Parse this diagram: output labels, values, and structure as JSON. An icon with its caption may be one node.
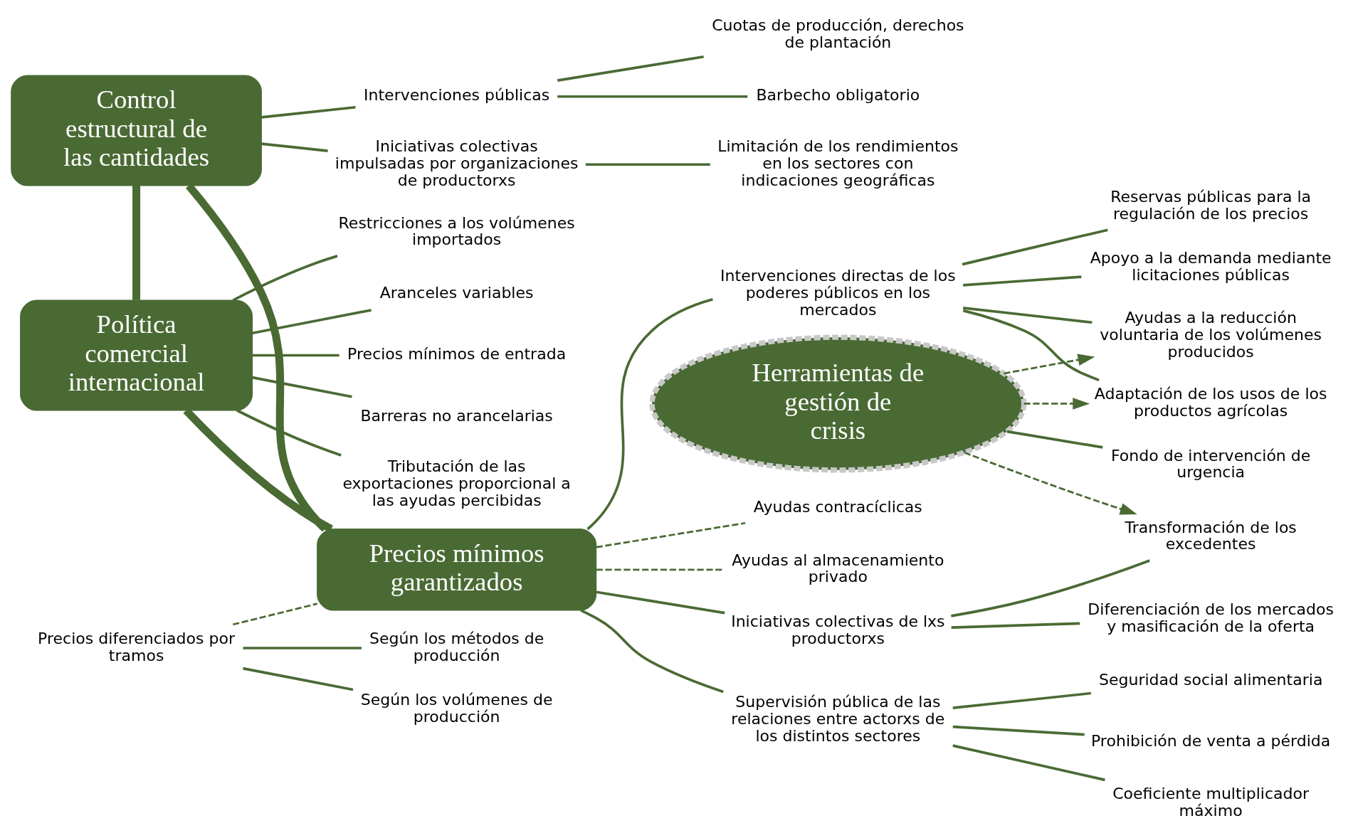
{
  "diagram": {
    "nodes": [
      {
        "text": [
          "Precios mínimos garantizados"
        ]
      },
      {
        "text": [
          "Control estructural de las cantidades"
        ]
      },
      {
        "text": [
          "Política comercial internacional"
        ]
      },
      {
        "text": [
          "Herramientas de gestión de crisis"
        ]
      },
      {
        "text": [
          "Intervenciones directas de los poderes públicos en los mercados"
        ]
      },
      {
        "text": [
          "Reservas públicas para la regulación de los precios"
        ]
      },
      {
        "text": [
          "Apoyo a la demanda mediante licitaciones públicas"
        ]
      },
      {
        "text": [
          "Adaptación de los usos de los productos agrícolas"
        ]
      },
      {
        "text": [
          "Ayudas a la reducción voluntaria de los volúmenes producidos"
        ]
      },
      {
        "text": [
          "Precios diferenciados por tramos"
        ]
      },
      {
        "text": [
          "Según los volúmenes de producción"
        ]
      },
      {
        "text": [
          "Según los métodos de producción"
        ]
      },
      {
        "text": [
          "Supervisión pública de las relaciones entre actorxs de los distintos sectores"
        ]
      },
      {
        "text": [
          "Prohibición de venta a pérdida"
        ]
      },
      {
        "text": [
          "Coeficiente multiplicador máximo"
        ]
      },
      {
        "text": [
          "Seguridad social alimentaria"
        ]
      },
      {
        "text": [
          "Iniciativas colectivas de lxs productorxs"
        ]
      },
      {
        "text": [
          "Diferenciación de los mercados y masificación de la oferta"
        ]
      },
      {
        "text": [
          "Transformación de los excedentes"
        ]
      },
      {
        "text": [
          "Ayudas contracíclicas"
        ]
      },
      {
        "text": [
          "Ayudas al almacenamiento privado"
        ]
      },
      {
        "text": [
          "Intervenciones públicas"
        ]
      },
      {
        "text": [
          "Cuotas de producción, derechos de plantación"
        ]
      },
      {
        "text": [
          "Barbecho obligatorio"
        ]
      },
      {
        "text": [
          "Iniciativas colectivas impulsadas por organizaciones de productorxs"
        ]
      },
      {
        "text": [
          "Limitación de los rendimientos en los sectores con indicaciones geográficas"
        ]
      },
      {
        "text": [
          "Restricciones a los volúmenes importados"
        ]
      },
      {
        "text": [
          "Aranceles variables"
        ]
      },
      {
        "text": [
          "Precios mínimos de entrada"
        ]
      },
      {
        "text": [
          "Barreras no arancelarias"
        ]
      },
      {
        "text": [
          "Tributación de las exportaciones proporcional a las ayudas percibidas"
        ]
      },
      {
        "text": [
          "Fondo de intervención de urgencia"
        ]
      }
    ],
    "edges": [
      {
        "from": 0,
        "to": 1,
        "arrow": "none",
        "style": "thick"
      },
      {
        "from": 1,
        "to": 2,
        "arrow": "none",
        "style": "thick"
      },
      {
        "from": 2,
        "to": 0,
        "arrow": "none",
        "style": "thick"
      },
      {
        "from": 0,
        "to": 4,
        "arrow": "none"
      },
      {
        "from": 4,
        "to": 5,
        "arrow": "none"
      },
      {
        "from": 4,
        "to": 6,
        "arrow": "none"
      },
      {
        "from": 4,
        "to": 7,
        "arrow": "none"
      },
      {
        "from": 4,
        "to": 8,
        "arrow": "none"
      },
      {
        "from": 9,
        "to": 0,
        "arrow": "none",
        "style": "dashed"
      },
      {
        "from": 9,
        "to": 10,
        "arrow": "none"
      },
      {
        "from": 9,
        "to": 11,
        "arrow": "none"
      },
      {
        "from": 0,
        "to": 12,
        "arrow": "none"
      },
      {
        "from": 12,
        "to": 13,
        "arrow": "none"
      },
      {
        "from": 12,
        "to": 14,
        "arrow": "none"
      },
      {
        "from": 12,
        "to": 15,
        "arrow": "none"
      },
      {
        "from": 0,
        "to": 16,
        "arrow": "none"
      },
      {
        "from": 16,
        "to": 17,
        "arrow": "none"
      },
      {
        "from": 16,
        "to": 18,
        "arrow": "none"
      },
      {
        "from": 0,
        "to": 19,
        "arrow": "none",
        "style": "dashed"
      },
      {
        "from": 0,
        "to": 20,
        "arrow": "none",
        "style": "dashed"
      },
      {
        "from": 1,
        "to": 21,
        "arrow": "none"
      },
      {
        "from": 21,
        "to": 22,
        "arrow": "none"
      },
      {
        "from": 21,
        "to": 23,
        "arrow": "none"
      },
      {
        "from": 1,
        "to": 24,
        "arrow": "none"
      },
      {
        "from": 24,
        "to": 25,
        "arrow": "none"
      },
      {
        "from": 2,
        "to": 26,
        "arrow": "none"
      },
      {
        "from": 2,
        "to": 27,
        "arrow": "none"
      },
      {
        "from": 2,
        "to": 28,
        "arrow": "none"
      },
      {
        "from": 2,
        "to": 29,
        "arrow": "none"
      },
      {
        "from": 2,
        "to": 30,
        "arrow": "none"
      },
      {
        "from": 3,
        "to": 31,
        "arrow": "none"
      },
      {
        "from": 3,
        "to": 7,
        "arrow": "to",
        "style": "dashed"
      },
      {
        "from": 3,
        "to": 8,
        "arrow": "to",
        "style": "dashed"
      },
      {
        "from": 3,
        "to": 18,
        "arrow": "to",
        "style": "dashed"
      }
    ]
  }
}
